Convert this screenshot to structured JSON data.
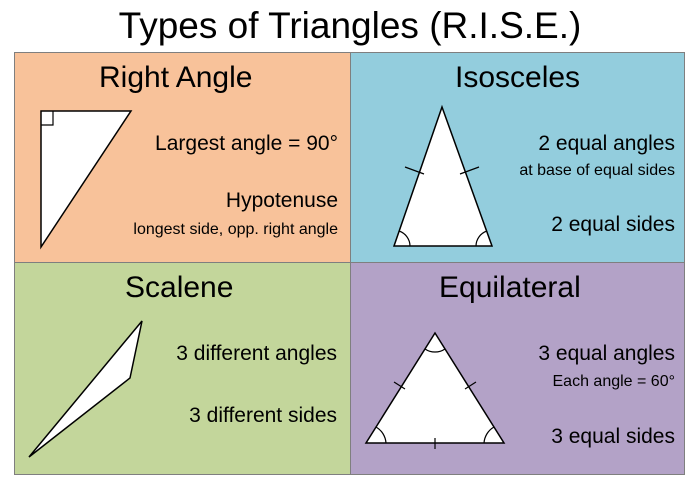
{
  "title": "Types of Triangles (R.I.S.E.)",
  "colors": {
    "right_angle_bg": "#f8c29a",
    "isosceles_bg": "#93cddd",
    "scalene_bg": "#c3d69b",
    "equilateral_bg": "#b3a2c7",
    "border": "#7f7f7f"
  },
  "cards": {
    "right_angle": {
      "heading": "Right Angle",
      "line1": "Largest angle = 90°",
      "line2": "Hypotenuse",
      "line3": "longest side, opp. right angle"
    },
    "isosceles": {
      "heading": "Isosceles",
      "line1": "2 equal angles",
      "line2": "at base of equal sides",
      "line3": "2 equal sides"
    },
    "scalene": {
      "heading": "Scalene",
      "line1": "3 different angles",
      "line2": "3 different sides"
    },
    "equilateral": {
      "heading": "Equilateral",
      "line1": "3 equal angles",
      "line2": "Each angle = 60°",
      "line3": "3 equal sides"
    }
  }
}
